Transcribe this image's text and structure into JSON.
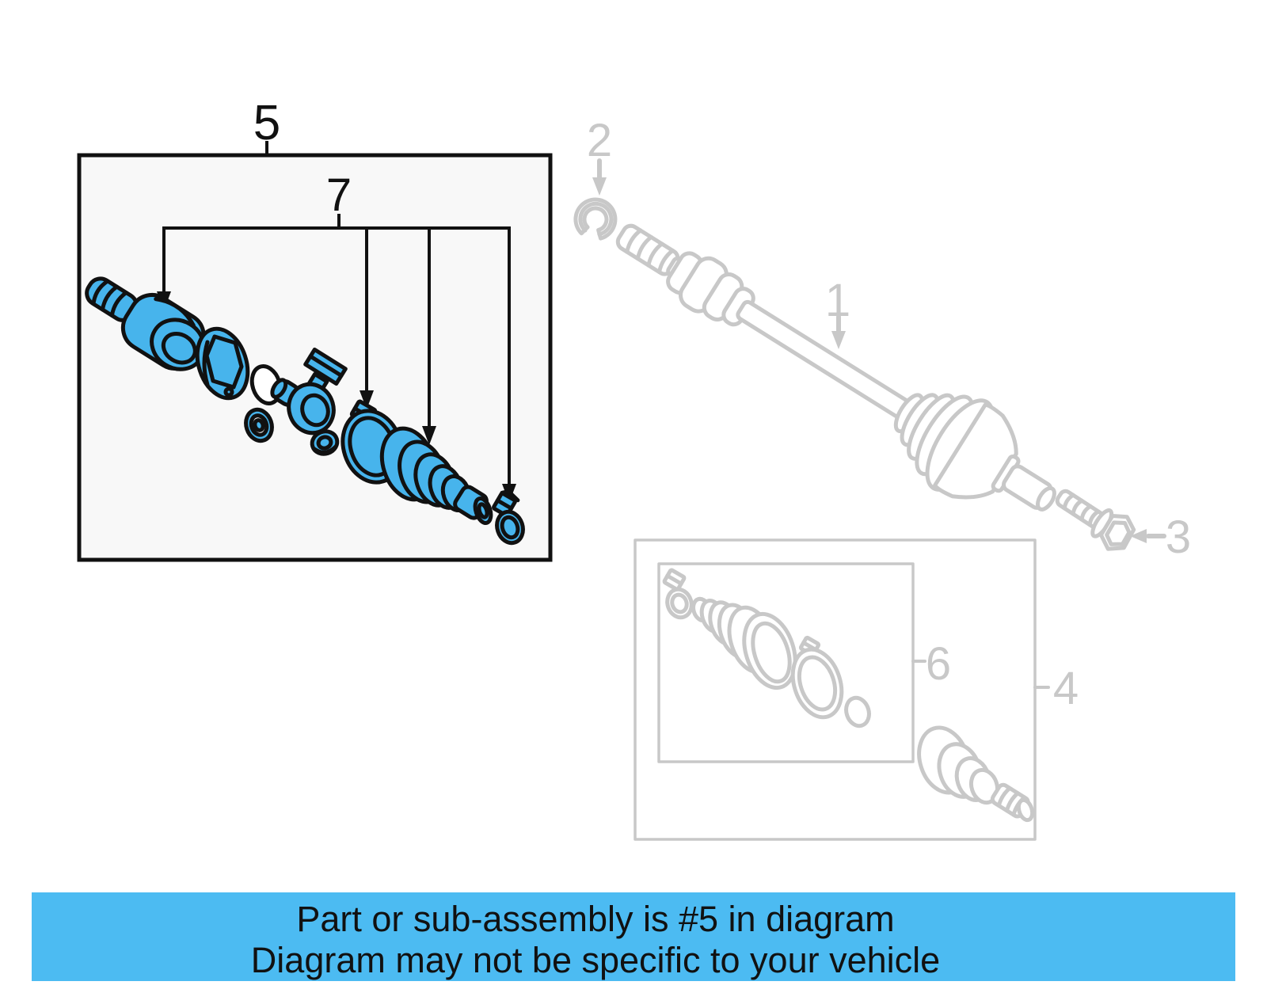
{
  "banner": {
    "line1": "Part or sub-assembly is #5 in diagram",
    "line2": "Diagram may not be specific to your vehicle",
    "background": "#4CBBF2",
    "text_color": "#111111"
  },
  "colors": {
    "highlight_fill": "#47B4EC",
    "highlight_outline": "#111111",
    "context_gray": "#C8C8C8",
    "box_fill": "#F8F8F8"
  },
  "callouts": {
    "c1": "1",
    "c2": "2",
    "c3": "3",
    "c4": "4",
    "c5": "5",
    "c6": "6",
    "c7": "7"
  }
}
